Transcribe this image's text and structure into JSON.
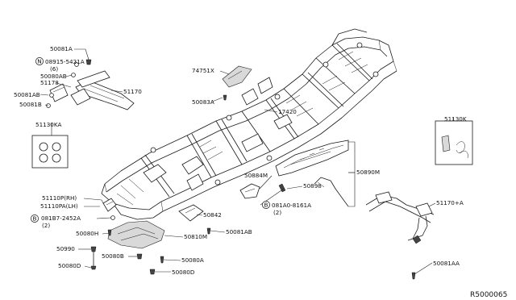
{
  "diagram": {
    "reference_code": "R5000065",
    "labels": {
      "p50081A_top": "50081A",
      "p08915": "08915-5421A",
      "p08915_qty": "(6)",
      "p50080AB": "50080AB",
      "p51178": "51178",
      "p50081AB_left": "50081AB",
      "p50081B": "50081B",
      "p51170": "51170",
      "p51130KA": "51130KA",
      "p74751X": "74751X",
      "p50083A": "50083A",
      "p17420": "17420",
      "p51130K": "51130K",
      "p50884M": "50884M",
      "p50890M": "50890M",
      "p50898": "50898",
      "p081A0": "081A0-8161A",
      "p081A0_qty": "(2)",
      "p51110P": "51110P(RH)",
      "p51110PA": "51110PA(LH)",
      "p081B7": "081B7-2452A",
      "p081B7_qty": "(2)",
      "p50842": "50842",
      "p50080H": "50080H",
      "p50810M": "50810M",
      "p50081AB_mid": "50081AB",
      "p50990": "50990",
      "p50080B": "50080B",
      "p50080A": "50080A",
      "p50080D_left": "50080D",
      "p50080D_bot": "50080D",
      "p51170A": "51170+A",
      "p50081AA": "50081AA"
    },
    "symbols": {
      "n_mark": "N",
      "b_mark": "B"
    }
  }
}
